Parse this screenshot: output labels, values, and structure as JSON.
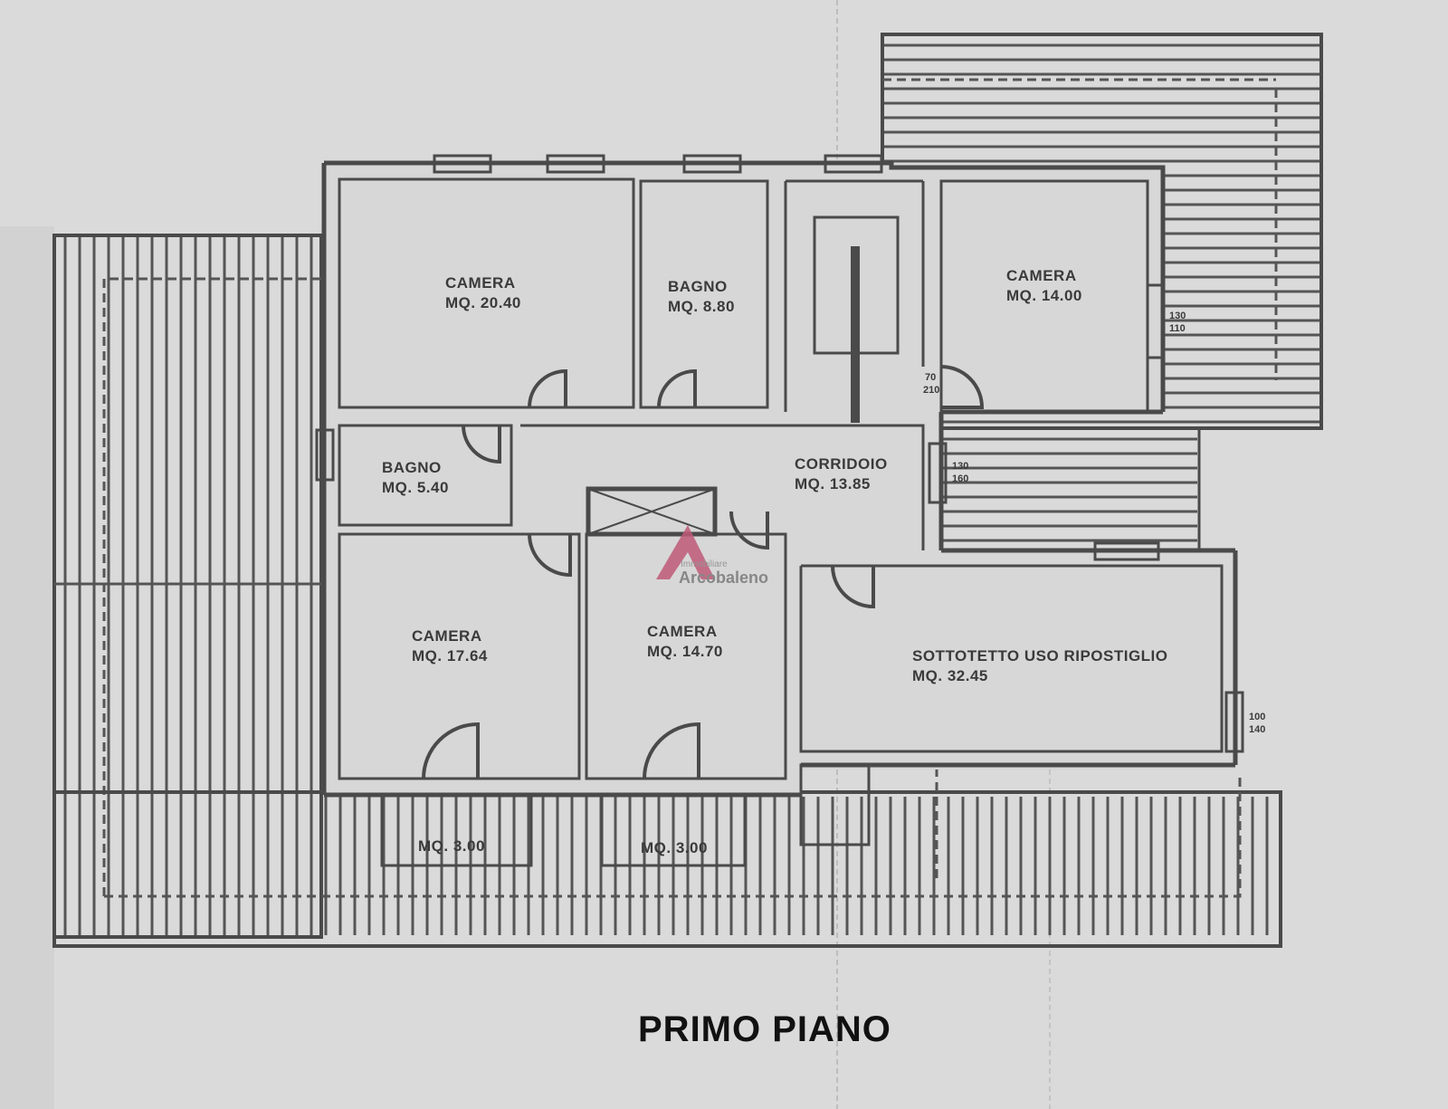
{
  "plan_title": "PRIMO PIANO",
  "watermark": {
    "top": "Immobiliare",
    "brand": "Arcobaleno",
    "brand_color": "#c05a78"
  },
  "rooms": [
    {
      "name": "CAMERA",
      "area": "MQ. 20.40"
    },
    {
      "name": "BAGNO",
      "area": "MQ. 8.80"
    },
    {
      "name": "CAMERA",
      "area": "MQ. 14.00"
    },
    {
      "name": "BAGNO",
      "area": "MQ. 5.40"
    },
    {
      "name": "CORRIDOIO",
      "area": "MQ. 13.85"
    },
    {
      "name": "CAMERA",
      "area": "MQ. 17.64"
    },
    {
      "name": "CAMERA",
      "area": "MQ. 14.70"
    },
    {
      "name": "SOTTOTETTO USO RIPOSTIGLIO",
      "area": "MQ. 32.45"
    },
    {
      "name": "",
      "area": "MQ. 3.00"
    },
    {
      "name": "",
      "area": "MQ. 3.00"
    }
  ],
  "dimensions": [
    {
      "a": "130",
      "b": "110"
    },
    {
      "a": "70",
      "b": "210"
    },
    {
      "a": "130",
      "b": "160"
    },
    {
      "a": "100",
      "b": "140"
    }
  ]
}
